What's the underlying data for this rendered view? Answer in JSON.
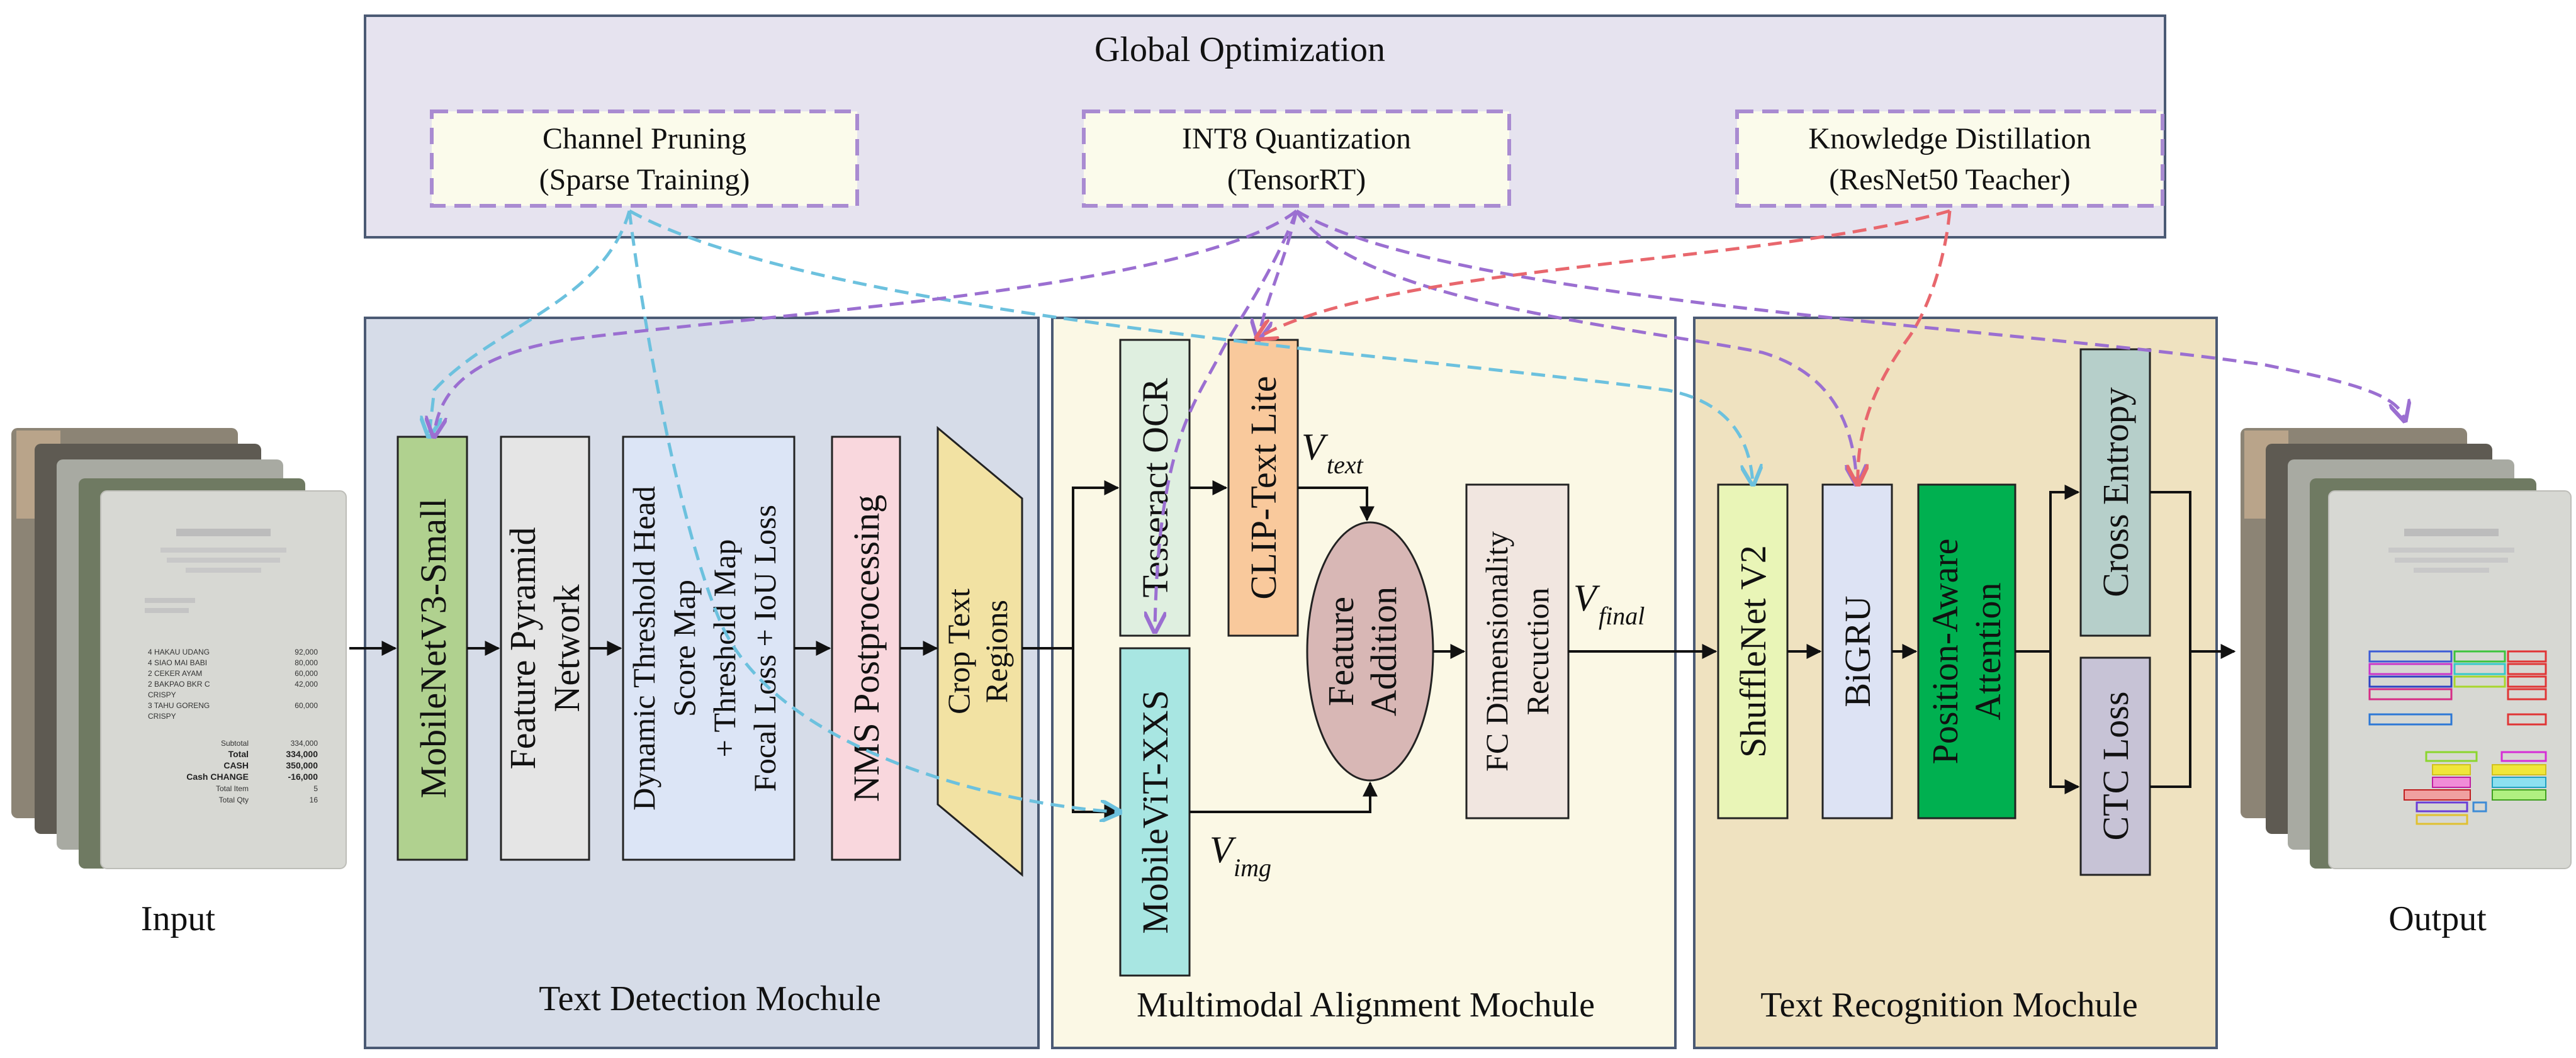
{
  "global": {
    "title": "Global Optimization",
    "boxes": [
      {
        "line1": "Channel Pruning",
        "line2": "(Sparse Training)"
      },
      {
        "line1": "INT8 Quantization",
        "line2": "(TensorRT)"
      },
      {
        "line1": "Knowledge Distillation",
        "line2": "(ResNet50 Teacher)"
      }
    ]
  },
  "input_label": "Input",
  "output_label": "Output",
  "detection": {
    "title": "Text Detection Mochule",
    "mobilenet": "MobileNetV3-Small",
    "fpn_line1": "Feature Pyramid",
    "fpn_line2": "Network",
    "dth_line1": "Dynamic Threshold Head",
    "dth_line2": "Score Map",
    "dth_line3": "+ Threshold Map",
    "dth_line4": "Focal Loss + IoU Loss",
    "nms": "NMS Postprocessing",
    "crop_line1": "Crop Text",
    "crop_line2": "Regions"
  },
  "alignment": {
    "title": "Multimodal Alignment Mochule",
    "tesseract": "Tesseract OCR",
    "clip": "CLIP-Text Lite",
    "mobilevit": "MobileViT-XXS",
    "fa_line1": "Feature",
    "fa_line2": "Addition",
    "fc_line1": "FC Dimensionality",
    "fc_line2": "Recuction",
    "v_text": "V",
    "v_text_sub": "text",
    "v_img": "V",
    "v_img_sub": "img",
    "v_final": "V",
    "v_final_sub": "final"
  },
  "recognition": {
    "title": "Text Recognition Mochule",
    "shufflenet": "ShuffleNet V2",
    "bigru": "BiGRU",
    "pa_line1": "Position-Aware",
    "pa_line2": "Attention",
    "ce": "Cross Entropy",
    "ctc": "CTC Loss"
  },
  "receipt": {
    "items": [
      {
        "name": "4 HAKAU UDANG",
        "price": "92,000"
      },
      {
        "name": "4 SIAO MAI BABI",
        "price": "80,000"
      },
      {
        "name": "2 CEKER AYAM",
        "price": "60,000"
      },
      {
        "name": "2 BAKPAO BKR C",
        "price": "42,000"
      },
      {
        "name": "CRISPY",
        "price": ""
      },
      {
        "name": "3 TAHU GORENG",
        "price": "60,000"
      },
      {
        "name": "CRISPY",
        "price": ""
      }
    ],
    "totals": [
      {
        "name": "Subtotal",
        "price": "334,000",
        "bold": false
      },
      {
        "name": "Total",
        "price": "334,000",
        "bold": true
      },
      {
        "name": "CASH",
        "price": "350,000",
        "bold": true
      },
      {
        "name": "Cash CHANGE",
        "price": "-16,000",
        "bold": true
      },
      {
        "name": "Total Item",
        "price": "5",
        "bold": false
      },
      {
        "name": "Total Qty",
        "price": "16",
        "bold": false
      }
    ]
  },
  "colors": {
    "global_bg": "#e6e3ef",
    "detection_bg": "#d6dce8",
    "alignment_bg": "#fbf8e5",
    "recognition_bg": "#efe2c0",
    "purple_arrow": "#9b6fd1",
    "blue_arrow": "#6cc1de",
    "red_arrow": "#e8676d"
  }
}
